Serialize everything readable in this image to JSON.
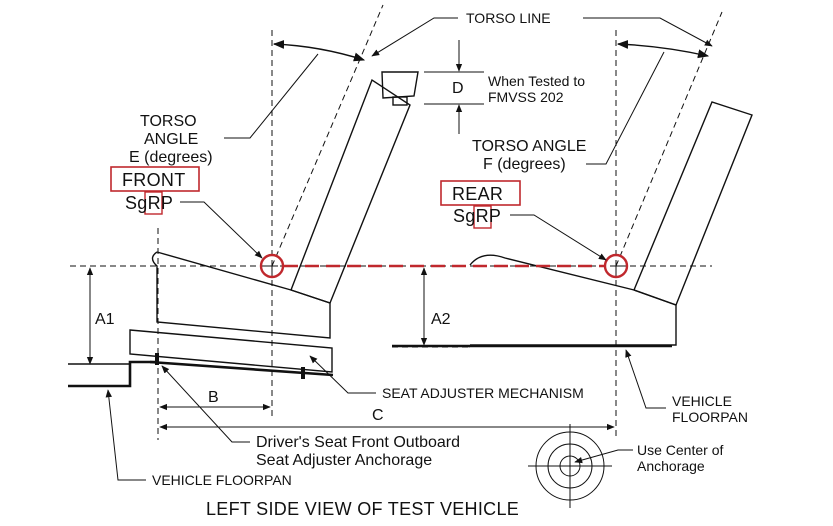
{
  "labels": {
    "torso_line": "TORSO LINE",
    "d": "D",
    "when_tested_1": "When Tested to",
    "when_tested_2": "FMVSS 202",
    "torso_angle_e_1": "TORSO",
    "torso_angle_e_2": "ANGLE",
    "torso_angle_e_3": "E (degrees)",
    "torso_angle_f_1": "TORSO ANGLE",
    "torso_angle_f_2": "F (degrees)",
    "front": "FRONT",
    "front_sgrp": "SgRP",
    "rear": "REAR",
    "rear_sgrp": "SgRP",
    "a1": "A1",
    "a2": "A2",
    "b": "B",
    "c": "C",
    "seat_adjuster": "SEAT ADJUSTER MECHANISM",
    "vehicle_floorpan_right_1": "VEHICLE",
    "vehicle_floorpan_right_2": "FLOORPAN",
    "anchorage_1": "Driver's Seat Front Outboard",
    "anchorage_2": "Seat Adjuster Anchorage",
    "use_center_1": "Use Center of",
    "use_center_2": "Anchorage",
    "vehicle_floorpan_left": "VEHICLE FLOORPAN",
    "view_title": "LEFT SIDE VIEW OF TEST VEHICLE"
  },
  "colors": {
    "line": "#111111",
    "highlight": "#c0282d"
  }
}
